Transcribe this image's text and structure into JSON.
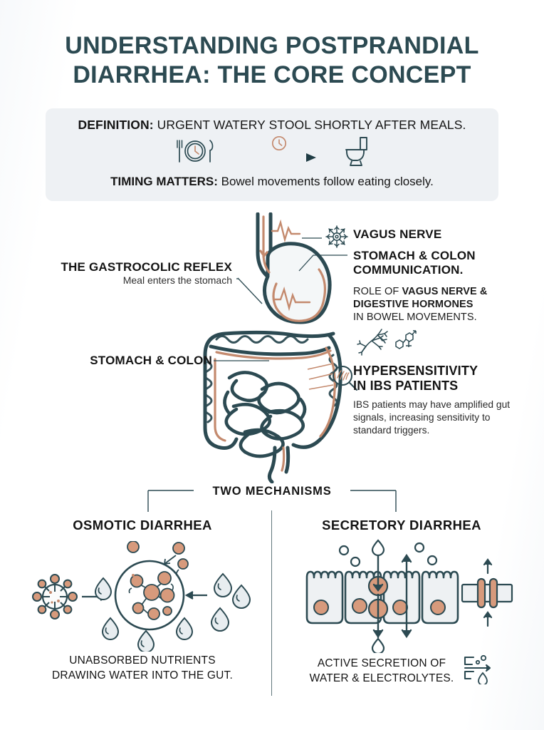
{
  "theme": {
    "ink": "#2c4a52",
    "accent": "#c48a6e",
    "text": "#1a1a1a",
    "card_bg": "#eef1f4",
    "page_bg": "#ffffff"
  },
  "title": {
    "line1": "UNDERSTANDING POSTPRANDIAL",
    "line2": "DIARRHEA: THE CORE CONCEPT"
  },
  "definition_card": {
    "definition_lead": "DEFINITION:",
    "definition_text": " URGENT WATERY STOOL SHORTLY AFTER MEALS.",
    "timing_lead": "TIMING MATTERS:",
    "timing_text": " Bowel movements follow eating closely.",
    "icons": [
      "plate-clock-icon",
      "clock-arrow-icon",
      "toilet-icon"
    ]
  },
  "anatomy": {
    "gastrocolic": {
      "heading": "THE GASTROCOLIC REFLEX",
      "sub": "Meal enters the stomach"
    },
    "stomach_colon_left": "STOMACH & COLON",
    "vagus_nerve": "VAGUS NERVE",
    "stomach_colon_comm": {
      "line1": "STOMACH & COLON",
      "line2": "COMMUNICATION."
    },
    "role": {
      "part1": "ROLE OF ",
      "bold1": "VAGUS NERVE &",
      "bold2": "DIGESTIVE HORMONES",
      "part2": "IN BOWEL MOVEMENTS."
    },
    "hypersensitivity": {
      "line1": "HYPERSENSITIVITY",
      "line2": "IN IBS PATIENTS",
      "paragraph": "IBS patients may have amplified gut signals, increasing sensitivity to standard triggers."
    },
    "icons": [
      "neuron-icon",
      "nerve-branch-icon",
      "hormone-molecule-icon",
      "magnifier-icon"
    ]
  },
  "mechanisms": {
    "header": "TWO MECHANISMS",
    "left": {
      "title": "OSMOTIC DIARRHEA",
      "caption_line1": "UNABSORBED NUTRIENTS",
      "caption_line2": "DRAWING WATER INTO THE GUT.",
      "icons": [
        "nutrient-molecule-icon",
        "arrow-right-icon",
        "osmotic-cell-icon",
        "water-drop-icon",
        "arrow-left-icon"
      ]
    },
    "right": {
      "title": "SECRETORY DIARRHEA",
      "caption_line1": "ACTIVE SECRETION OF",
      "caption_line2": "WATER & ELECTROLYTES.",
      "icons": [
        "epithelial-cells-icon",
        "ion-channel-icon",
        "secretion-flow-icon"
      ]
    }
  }
}
